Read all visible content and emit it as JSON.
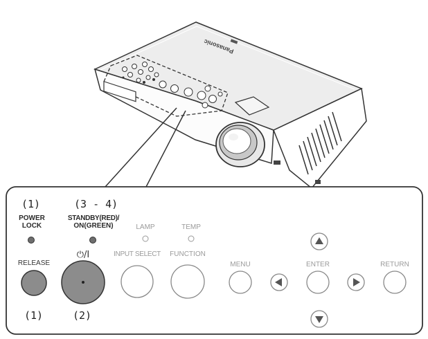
{
  "panel": {
    "step_power_lock": "(1)",
    "step_standby": "(3 - 4)",
    "step_release": "(1)",
    "step_power_button": "(2)",
    "power_lock_label_line1": "POWER",
    "power_lock_label_line2": "LOCK",
    "standby_label_line1": "STANDBY(RED)/",
    "standby_label_line2": "ON(GREEN)",
    "lamp_label": "LAMP",
    "temp_label": "TEMP",
    "release_label": "RELEASE",
    "power_symbol": "⏻/I",
    "input_select_label": "INPUT SELECT",
    "function_label": "FUNCTION",
    "menu_label": "MENU",
    "enter_label": "ENTER",
    "return_label": "RETURN"
  },
  "device": {
    "brand": "Panasonic"
  },
  "colors": {
    "outline": "#333333",
    "highlight_button": "#8c8c8c",
    "indicator": "#6e6e6e",
    "faded_text": "#9a9a9a"
  },
  "icons": [
    "arrow-up-icon",
    "arrow-down-icon",
    "arrow-left-icon",
    "arrow-right-icon",
    "power-symbol-icon"
  ]
}
